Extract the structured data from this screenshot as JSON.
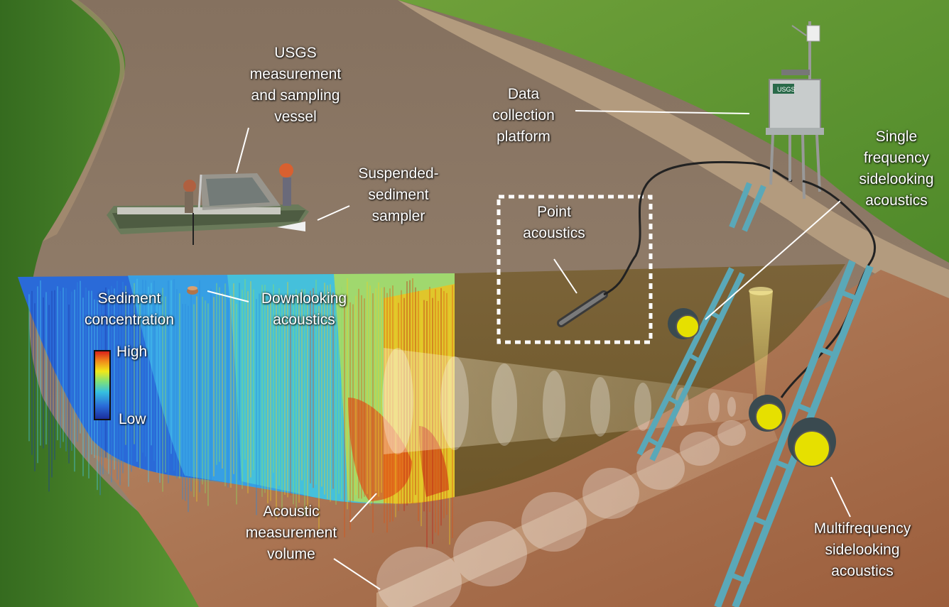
{
  "labels": {
    "vessel": [
      "USGS",
      "measurement",
      "and sampling",
      "vessel"
    ],
    "data_platform": [
      "Data",
      "collection",
      "platform"
    ],
    "sampler": [
      "Suspended-",
      "sediment",
      "sampler"
    ],
    "point": [
      "Point",
      "acoustics"
    ],
    "single": [
      "Single",
      "frequency",
      "sidelooking",
      "acoustics"
    ],
    "sediment": [
      "Sediment",
      "concentration"
    ],
    "downlooking": [
      "Downlooking",
      "acoustics"
    ],
    "legend_high": "High",
    "legend_low": "Low",
    "acoustic_volume": [
      "Acoustic",
      "measurement",
      "volume"
    ],
    "multi": [
      "Multifrequency",
      "sidelooking",
      "acoustics"
    ],
    "usgs_logo": "USGS"
  },
  "colors": {
    "water": "#8a7a66",
    "grass": "#4e8a2c",
    "bank_gravel": "#b29a7c",
    "riverbed": "#a86a48",
    "mount": "#5aa8b8",
    "sensor_face": "#e6e000",
    "legend_scale": [
      "#1a2a9a",
      "#2a6cd8",
      "#36c0e0",
      "#7ee07a",
      "#f0e81a",
      "#f08a1a",
      "#d81a1a"
    ]
  }
}
